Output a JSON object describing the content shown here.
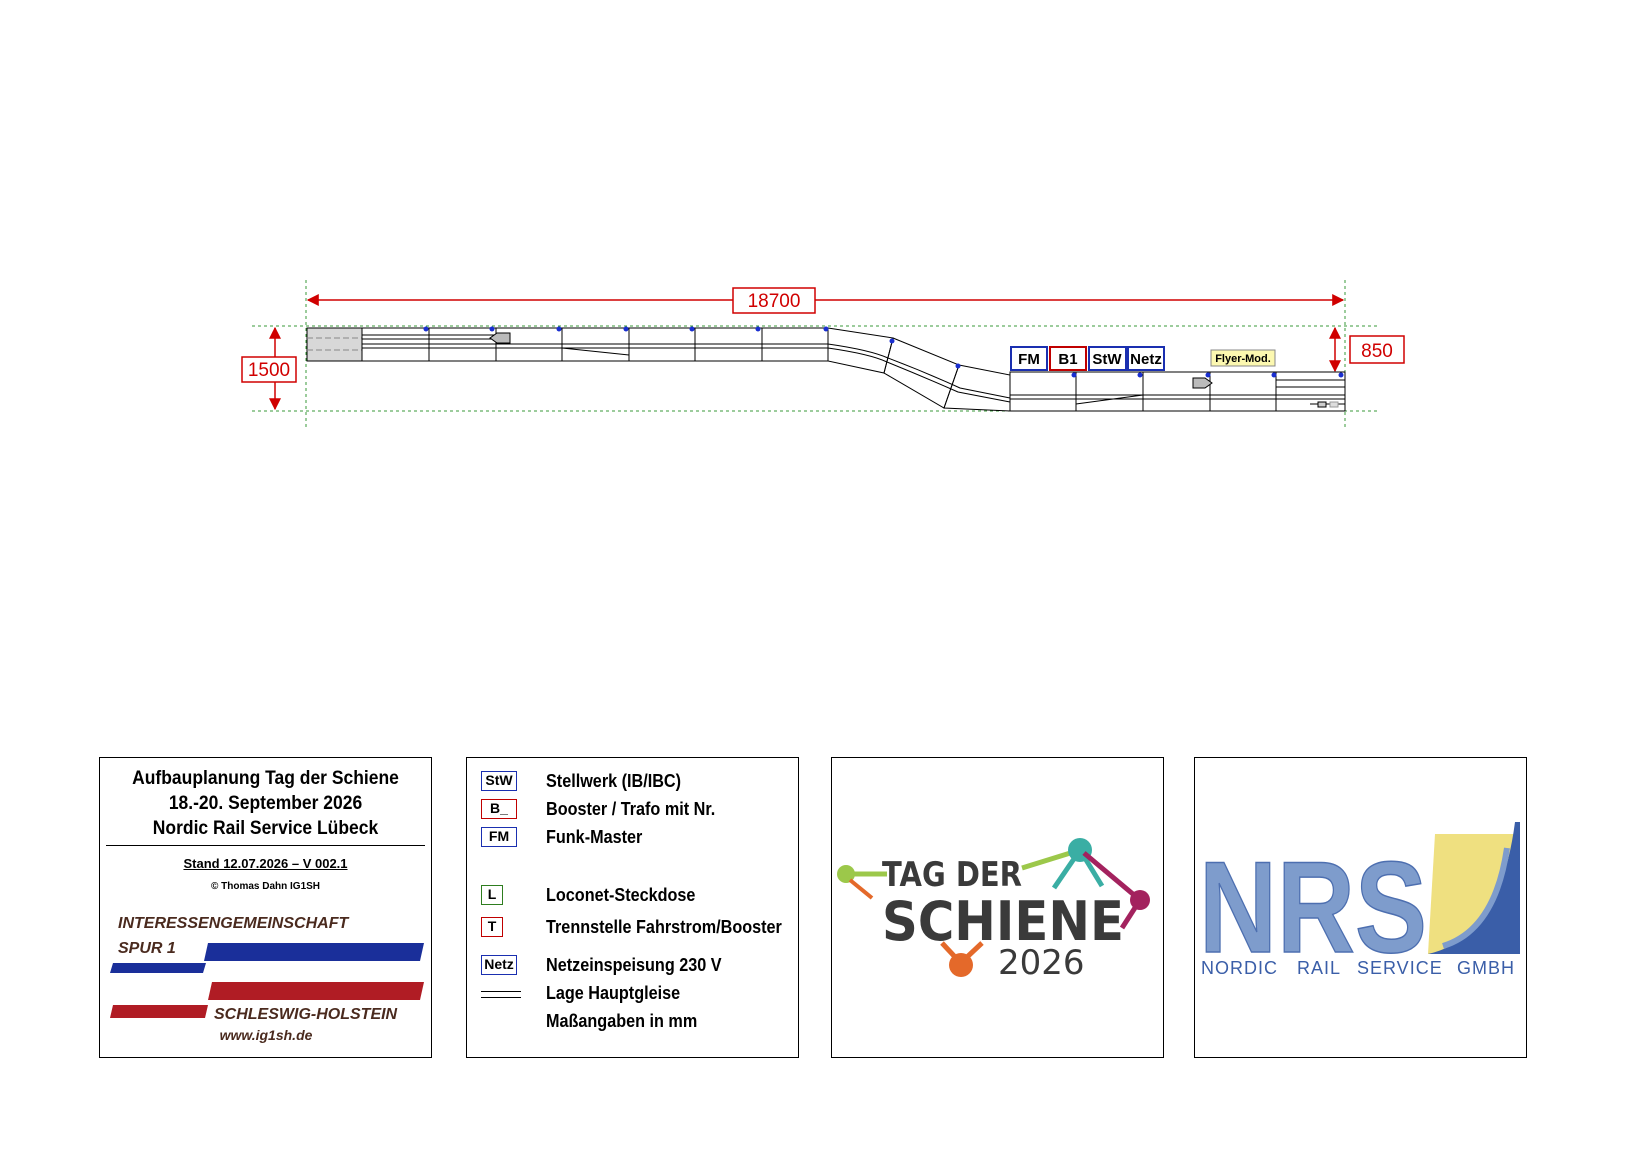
{
  "dimensions": {
    "length": "18700",
    "depth": "1500",
    "depth_right": "850"
  },
  "module_labels": {
    "fm": "FM",
    "b1": "B1",
    "stw": "StW",
    "netz": "Netz",
    "flyer": "Flyer-Mod."
  },
  "title_block": {
    "line1": "Aufbauplanung Tag der Schiene",
    "line2": "18.-20. September 2026",
    "line3": "Nordic Rail Service Lübeck",
    "stand": "Stand  12.07.2026 – V 002.1",
    "copyright": "© Thomas Dahn IG1SH"
  },
  "ig_logo": {
    "line1": "INTERESSENGEMEINSCHAFT",
    "line2": "SPUR 1",
    "line3": "SCHLESWIG-HOLSTEIN",
    "url": "www.ig1sh.de",
    "blue": "#1a2f9a",
    "red": "#b01c24",
    "brown": "#4a2a1e"
  },
  "legend": [
    {
      "symbol": "StW",
      "color": "#1a2fb0",
      "text": "Stellwerk (IB/IBC)"
    },
    {
      "symbol": "B_",
      "color": "#c00000",
      "text": "Booster / Trafo mit Nr."
    },
    {
      "symbol": "FM",
      "color": "#1a2fb0",
      "text": "Funk-Master"
    },
    {
      "symbol": "L",
      "color": "#2e7d1f",
      "text": "Loconet-Steckdose"
    },
    {
      "symbol": "T",
      "color": "#c00000",
      "text": "Trennstelle Fahrstrom/Booster"
    },
    {
      "symbol": "Netz",
      "color": "#1a2fb0",
      "text": "Netzeinspeisung 230 V"
    },
    {
      "symbol": "",
      "color": "#000000",
      "text": "Lage Hauptgleise"
    },
    {
      "symbol": "",
      "color": "",
      "text": "Maßangaben in mm"
    }
  ],
  "tds_logo": {
    "line1": "TAG DER",
    "line2": "SCHIENE",
    "year": "2026",
    "green": "#9cc84a",
    "teal": "#3aaea4",
    "magenta": "#a3225e",
    "orange": "#e4692a",
    "dark": "#3a3a3a"
  },
  "nrs_logo": {
    "mark": "NRS",
    "words": [
      "NORDIC",
      "RAIL",
      "SERVICE",
      "GMBH"
    ],
    "blue": "#7e9ccc",
    "darkblue": "#3a5ea8",
    "yellow": "#efe080"
  }
}
